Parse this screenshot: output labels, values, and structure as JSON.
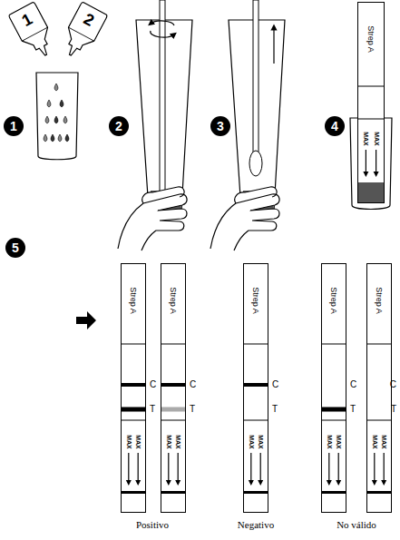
{
  "diagram": {
    "nodes": [
      {
        "text": [
          "1"
        ]
      },
      {
        "text": [
          "2"
        ]
      },
      {
        "text": [
          "1"
        ]
      },
      {
        "text": [
          "2"
        ]
      },
      {
        "text": [
          "3"
        ]
      },
      {
        "text": [
          "4"
        ]
      },
      {
        "text": [
          "5"
        ]
      },
      {
        "text": [
          "Strep A",
          "MAX",
          "MAX"
        ]
      },
      {
        "text": [
          "Strep A",
          "MAX",
          "MAX"
        ]
      },
      {
        "text": [
          "Strep A",
          "MAX",
          "MAX"
        ]
      },
      {
        "text": [
          "Strep A",
          "MAX",
          "MAX"
        ]
      },
      {
        "text": [
          "Strep A",
          "MAX",
          "MAX"
        ]
      },
      {
        "text": [
          "Strep A",
          "MAX",
          "MAX"
        ]
      }
    ],
    "labels": [
      "C",
      "T",
      "C",
      "T",
      "C",
      "T",
      "C",
      "T",
      "C",
      "T",
      "Positivo",
      "Negativo",
      "No válido"
    ]
  }
}
